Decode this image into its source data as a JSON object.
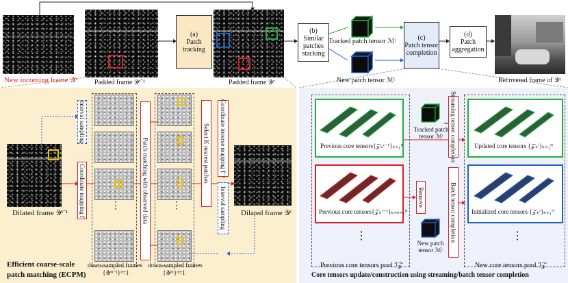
{
  "top": {
    "new_frame_caption": "New incoming frame 𝒴ᵗ",
    "padded_prev_caption": "Padded frame 𝒴ᵗ⁻¹",
    "padded_cur_caption": "Padded frame 𝒴ᵗ",
    "recovered_caption": "Recovered frame of 𝒴ᵗ",
    "new_patch_caption": "New patch tensor ℳᵗ",
    "tracked_patch_caption": "Tracked patch tensor ℳᵗ",
    "steps": [
      {
        "id": "(a)",
        "label": "Patch tracking"
      },
      {
        "id": "(b)",
        "label": "Similar patches stacking"
      },
      {
        "id": "(c)",
        "label": "Patch tensor completion"
      },
      {
        "id": "(d)",
        "label": "Patch aggregation"
      }
    ]
  },
  "left_panel": {
    "dilated_prev_caption": "Dilated frame 𝒴ᵗ⁻¹",
    "dilated_cur_caption": "Dilated frame 𝒴ᵗ",
    "downsampled_prev_caption": "down-sampled frames",
    "downsampled_prev_math": "{𝒴ᵈᵗ⁻¹}ᵈ=1",
    "downsampled_cur_caption": "down-sampled frames",
    "downsampled_cur_math": "{𝒴ᵈᵗ}ᵈ=1",
    "interval_sampling_1": "Interval sampling",
    "coordinate_mapping": "Coordinate mapping f",
    "patch_matching": "Patch matching with observed data",
    "select_k": "Select K nearest patches",
    "inverse_mapping": "Coordinate inverse mapping f⁻¹",
    "interval_sampling_2": "Interval sampling",
    "title_line1": "Efficient coarse-scale",
    "title_line2": "patch matching (ECPM)",
    "ellipsis": "⋮"
  },
  "right_panel": {
    "prev_core_tensors_1": "Previous core tensors{𝒵ₖᵗ⁻¹}ₖ₌₁ᴺ",
    "prev_core_tensors_2": "Previous core tensors{𝒵ₖᵗ⁻¹}ₖ₌ₙ₊₁ᴺ",
    "updated_core_tensors": "Updated core tensors {𝒵ₖᵗ}ₖ₌₁ᴺ",
    "initialized_core_tensors": "Initialized core tensors {𝒵ₖᵗ}ₖ₌₁ᴺ",
    "tracked_patch": "Tracked patch tensor ℳᵗ",
    "new_patch": "New patch tensor ℳᵗ",
    "streaming": "Streaming tensor completion",
    "batch": "Batch tensor completion",
    "remove": "Remove",
    "prev_pool": "Previous core tensors pool ℐ𝒵",
    "new_pool": "New core tensors pool ℐ𝒵",
    "title": "Core tensors update/construction using streaming/batch tensor completion",
    "ellipsis": "⋮"
  },
  "colors": {
    "red": "#d81f26",
    "green": "#1fae3a",
    "blue": "#1f5fd0",
    "orange_fill": "#fbe7c3",
    "yellow": "#f2c200"
  }
}
